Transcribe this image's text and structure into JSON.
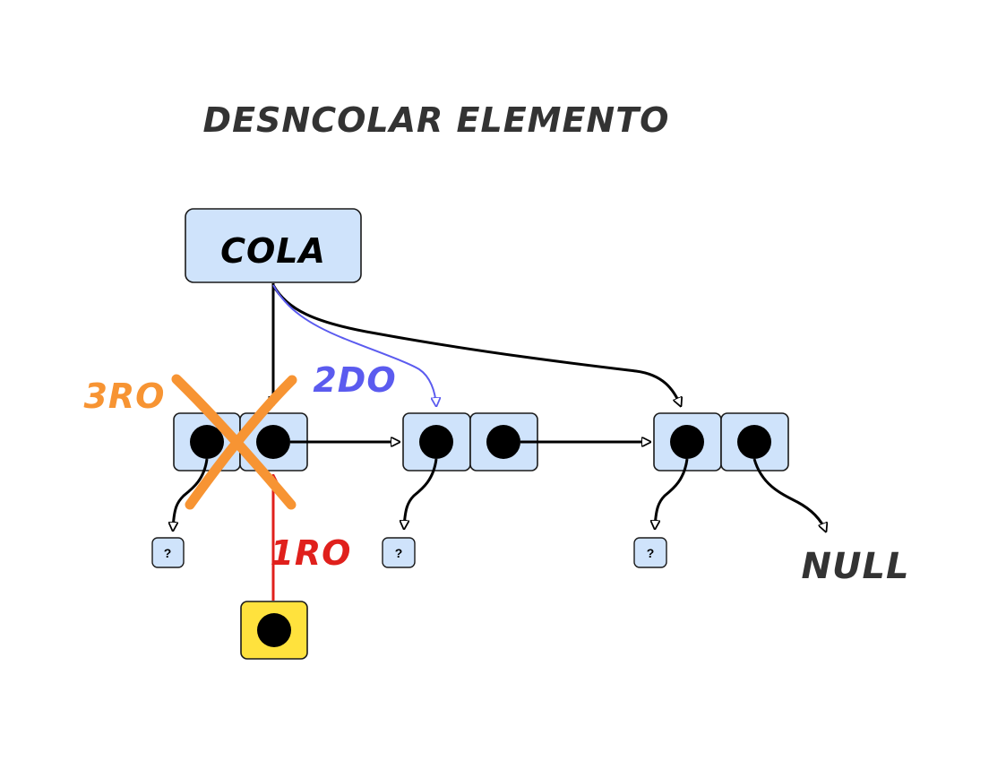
{
  "title": "DESNCOLAR ELEMENTO",
  "cola_label": "COLA",
  "unknown_label": "?",
  "null_label": "NULL",
  "steps": {
    "first": "1RO",
    "second": "2DO",
    "third": "3RO"
  },
  "colors": {
    "node_fill": "#cfe3fb",
    "node_stroke": "#1a1a1a",
    "new_node_fill": "#ffe23d",
    "step1": "#e0201c",
    "step2": "#5b5bef",
    "step3": "#f79433",
    "text": "#333333"
  }
}
